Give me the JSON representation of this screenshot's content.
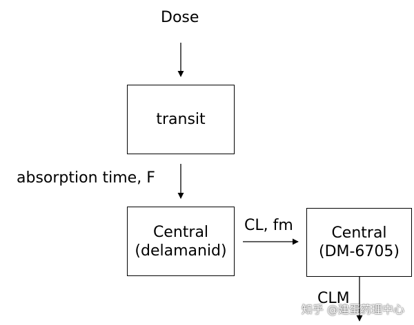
{
  "diagram": {
    "dose_label": "Dose",
    "transit_label": "transit",
    "absorption_label": "absorption time, F",
    "central_parent": {
      "line1": "Central",
      "line2": "(delamanid)"
    },
    "clearance_label": "CL, fm",
    "central_metabolite": {
      "line1": "Central",
      "line2": "(DM-6705)"
    },
    "metabolite_clearance_label": "CLM"
  },
  "watermark": "知乎 @建蛋药理中心",
  "colors": {
    "background": "#ffffff",
    "line": "#000000",
    "text": "#000000"
  }
}
